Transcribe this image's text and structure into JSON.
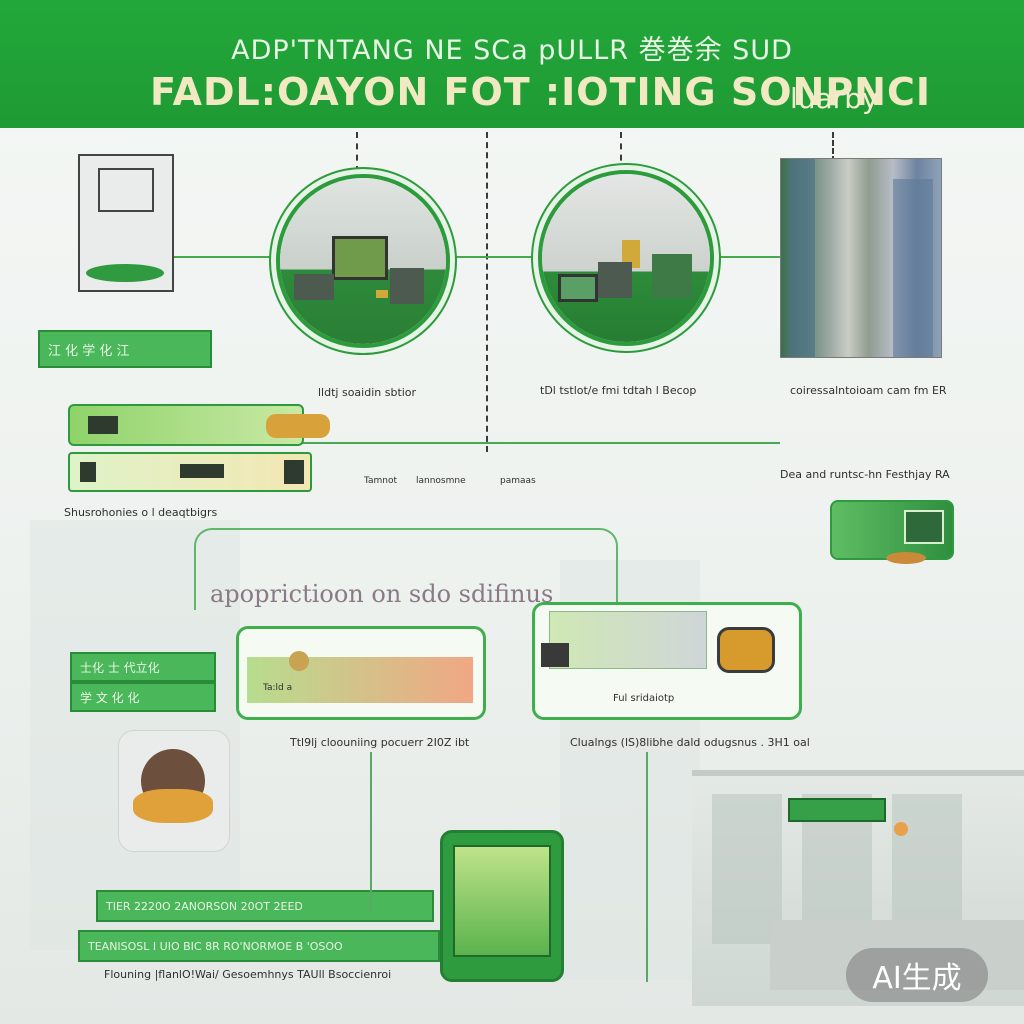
{
  "header": {
    "line1": "ADP'TNTANG NE SCa pULLR 巻巻余 SUD",
    "line2": "FADL:OAYON FOT :IOTING SONPNCI",
    "line2_tail": "luarby"
  },
  "labels": {
    "circle1_caption": "lldtj soaidin sbtior",
    "circle2_caption": "tDl tstlot/e fmi tdtah l Becop",
    "photo_caption": "coiressalntoioam cam fm ER",
    "left_caption": "Shusrohonies o l deaqtbigrs",
    "right_caption": "Dea  and runtsc-hn Festhjay RA",
    "mid_row_1": "Tamnot",
    "mid_row_2": "lannosmne",
    "mid_row_3": "pamaas",
    "big_heading": "apoprictioon  on  sdo sdifinus",
    "box_left_tag": "Ta:ld a",
    "box_right_tag": "Ful sridaiotp",
    "box_left_caption": "Ttl9lj  cloouniing pocuerr 2I0Z  ibt",
    "box_right_caption": "Clualngs (lS)8libhe dald odugsnus . 3H1 oal",
    "bottom_caption": "Flouning  |flanlO!Wai/  Gesoemhnys  TAUll  Bsoccienroi",
    "badge": "AI生成"
  },
  "bars": {
    "left_green_1": "江 化 学 化 江",
    "left_green_2": "士化  士 代立化",
    "left_green_3": "学 文  化 化",
    "bottom_bar_1": "TIER 2220O 2ANORSON 20OT 2EED",
    "bottom_bar_2": "TEANISOSL I UIO  BIC 8R RO'NORMOE B 'OSOO"
  },
  "colors": {
    "header": "#22a83a",
    "accent": "#2c9b3c",
    "accent_light": "#49b75a"
  }
}
